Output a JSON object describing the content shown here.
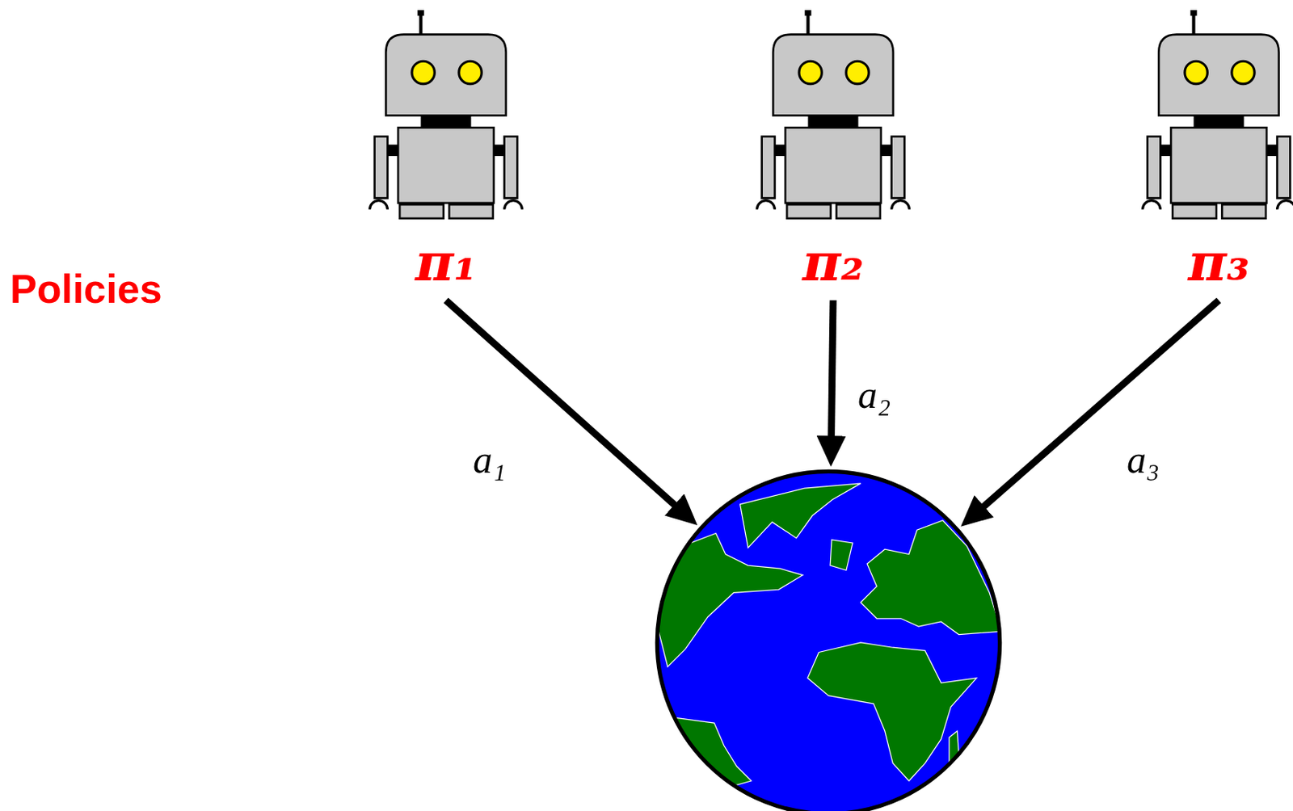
{
  "diagram": {
    "nodes": [
      {
        "text": [
          "π₁"
        ]
      },
      {
        "text": [
          "π₂"
        ]
      },
      {
        "text": [
          "π₃"
        ]
      },
      {
        "text": []
      }
    ],
    "edges": [
      {
        "from": 0,
        "to": 3,
        "label": "a₁",
        "arrow": "to"
      },
      {
        "from": 1,
        "to": 3,
        "label": "a₂",
        "arrow": "to"
      },
      {
        "from": 2,
        "to": 3,
        "label": "a₃",
        "arrow": "to"
      }
    ],
    "labels": [
      "Policies"
    ]
  }
}
